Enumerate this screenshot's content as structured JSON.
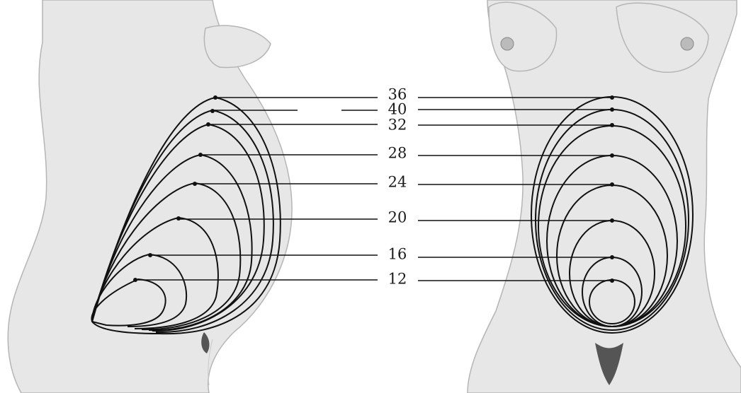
{
  "labels": [
    {
      "value": "36"
    },
    {
      "value": "40"
    },
    {
      "value": "32"
    },
    {
      "value": "28"
    },
    {
      "value": "24"
    },
    {
      "value": "20"
    },
    {
      "value": "16"
    },
    {
      "value": "12"
    }
  ]
}
